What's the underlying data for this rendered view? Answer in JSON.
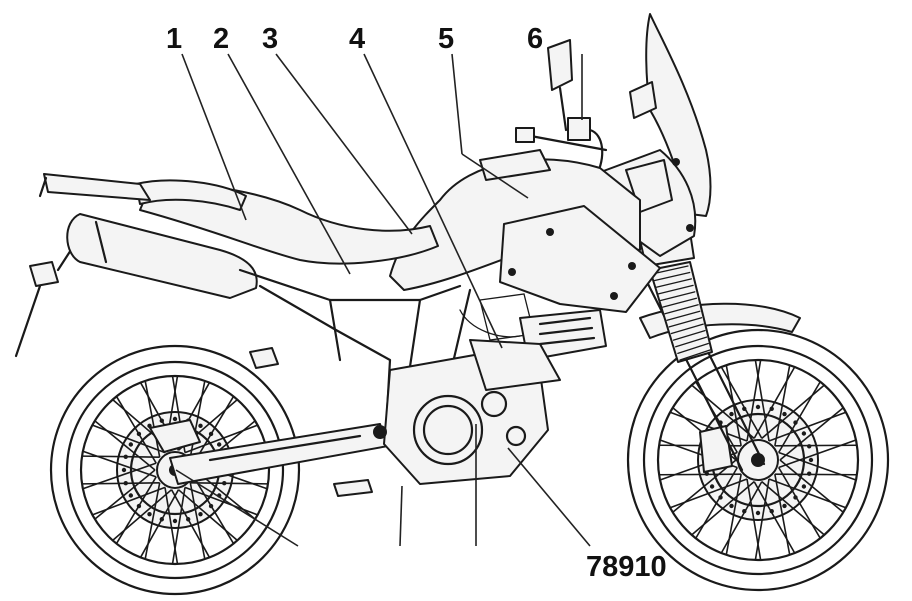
{
  "callouts": {
    "c1": "1",
    "c2": "2",
    "c3": "3",
    "c4": "4",
    "c5": "5",
    "c6": "6",
    "c78910": "78910"
  },
  "colors": {
    "ink": "#1a1a1a",
    "paper": "#ffffff"
  }
}
